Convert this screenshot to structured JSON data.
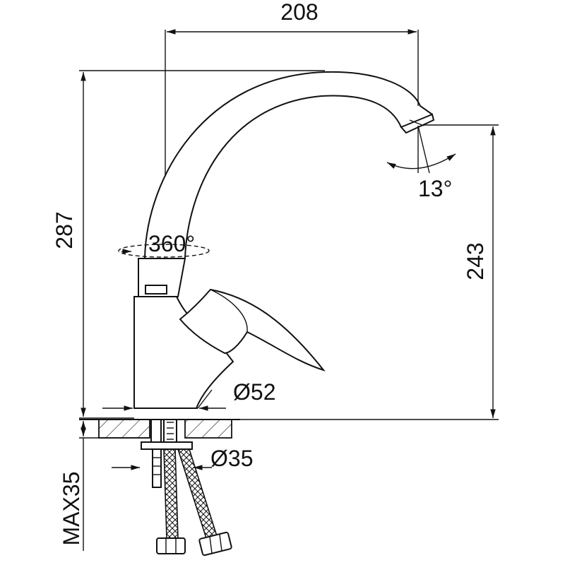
{
  "dimensions": {
    "spout_reach": "208",
    "total_height": "287",
    "spout_height": "243",
    "rotation": "360°",
    "spout_angle": "13°",
    "base_diameter": "Ø52",
    "shank_diameter": "Ø35",
    "max_counter_thickness": "MAX35"
  },
  "colors": {
    "ink": "#111111",
    "paper": "#ffffff"
  }
}
